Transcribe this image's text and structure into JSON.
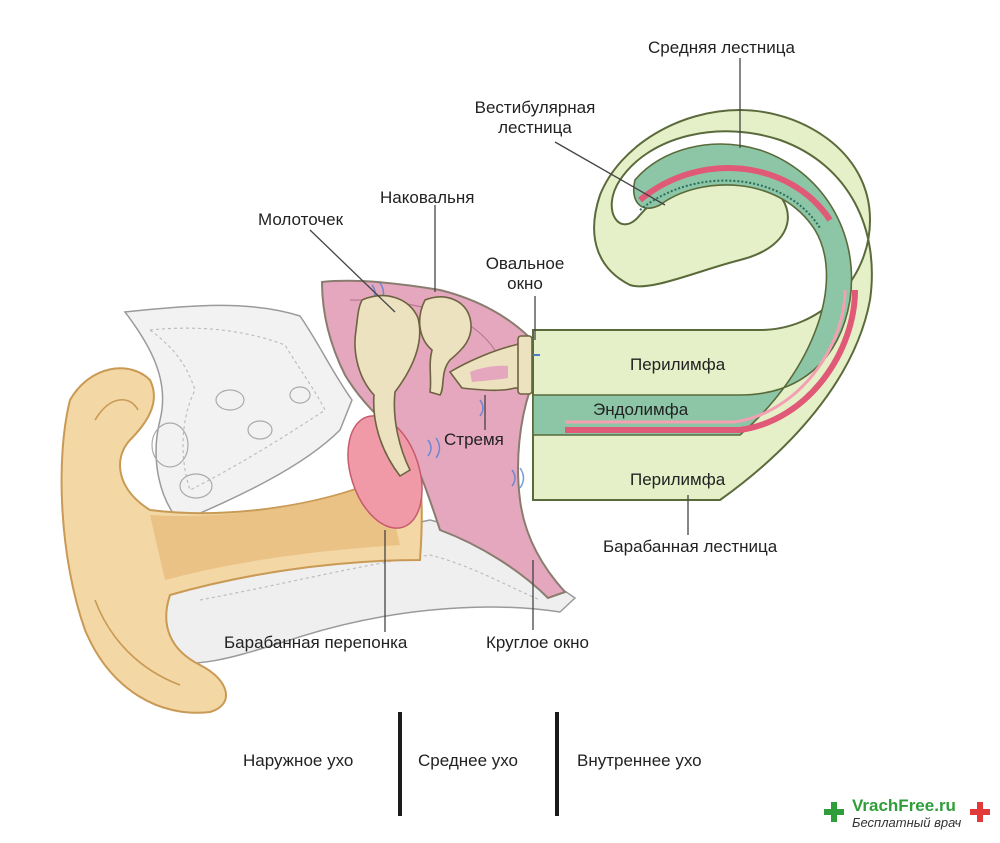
{
  "labels": {
    "scala_media": "Средняя лестница",
    "scala_vestibuli_line1": "Вестибулярная",
    "scala_vestibuli_line2": "лестница",
    "incus": "Наковальня",
    "malleus": "Молоточек",
    "oval_window_line1": "Овальное",
    "oval_window_line2": "окно",
    "perilymph_top": "Перилимфа",
    "endolymph": "Эндолимфа",
    "stapes": "Стремя",
    "perilymph_bottom": "Перилимфа",
    "scala_tympani": "Барабанная лестница",
    "eardrum": "Барабанная перепонка",
    "round_window": "Круглое окно"
  },
  "sections": {
    "outer": "Наружное ухо",
    "middle": "Среднее ухо",
    "inner": "Внутреннее ухо"
  },
  "brand": {
    "name": "VrachFree.ru",
    "tagline": "Бесплатный врач"
  },
  "colors": {
    "skin": "#f3d7a4",
    "skin_outline": "#c99a55",
    "bone": "#e9e9e9",
    "middle_ear": "#e4a7bd",
    "perilymph": "#e6f0c8",
    "scala_media": "#8cc6a6",
    "endolymph_membrane": "#e05a78",
    "brand_green": "#2f9e3a",
    "brand_red": "#e23a3a"
  }
}
